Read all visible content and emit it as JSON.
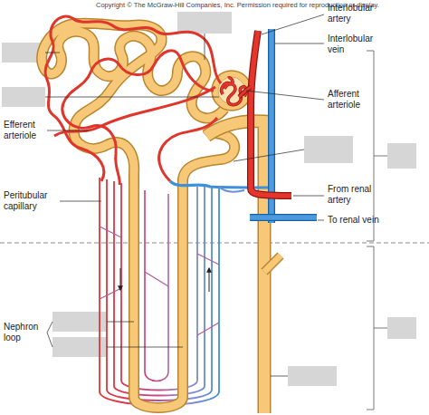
{
  "diagram": {
    "labels": [
      "Copyright © The McGraw-Hill Companies, Inc. Permission required for reproduction or display.",
      "Interlobular artery",
      "Interlobular vein",
      "Afferent arteriole",
      "Efferent arteriole",
      "Peritubular capillary",
      "From renal artery",
      "To renal vein",
      "Nephron loop"
    ]
  }
}
